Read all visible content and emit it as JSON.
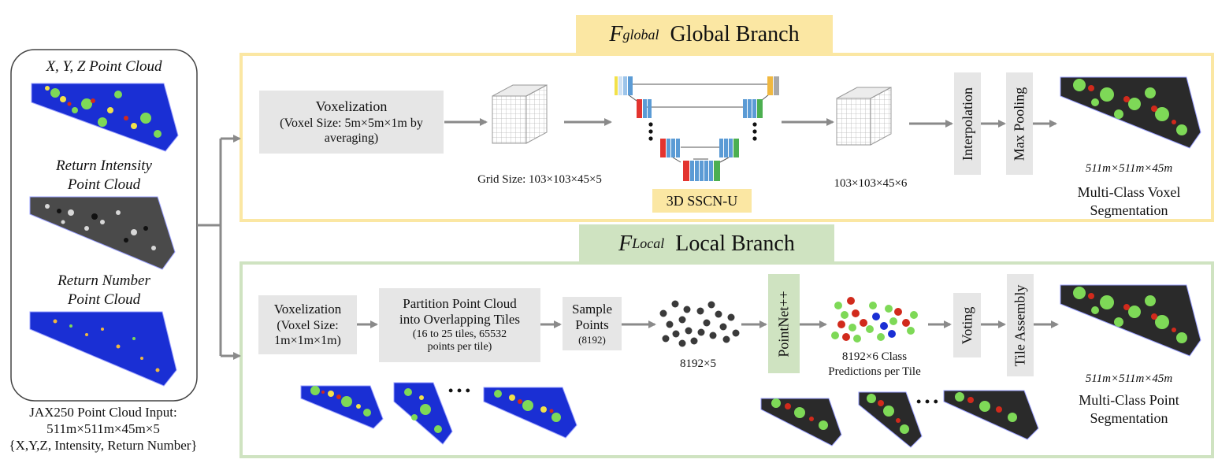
{
  "input": {
    "xyz_label": "X, Y, Z Point Cloud",
    "intensity_label_1": "Return Intensity",
    "intensity_label_2": "Point Cloud",
    "number_label_1": "Return Number",
    "number_label_2": "Point Cloud",
    "caption_1": "JAX250 Point Cloud Input:",
    "caption_2": "511m×511m×45m×5",
    "caption_3": "{X,Y,Z, Intensity, Return Number}"
  },
  "global": {
    "banner_symbol": "F",
    "banner_subscript": "global",
    "banner_title": "Global Branch",
    "voxelization_title": "Voxelization",
    "voxelization_detail_1": "(Voxel Size: 5m×5m×1m by",
    "voxelization_detail_2": "averaging)",
    "grid_size": "Grid Size: 103×103×45×5",
    "network_label": "3D SSCN-U",
    "output_grid": "103×103×45×6",
    "interpolation": "Interpolation",
    "max_pooling": "Max Pooling",
    "output_dims": "511m×511m×45m",
    "output_label_1": "Multi-Class Voxel",
    "output_label_2": "Segmentation"
  },
  "local": {
    "banner_symbol": "F",
    "banner_subscript": "Local",
    "banner_title": "Local Branch",
    "voxelization_title": "Voxelization",
    "voxelization_detail_1": "(Voxel Size:",
    "voxelization_detail_2": "1m×1m×1m)",
    "partition_1": "Partition Point Cloud",
    "partition_2": "into Overlapping Tiles",
    "partition_3": "(16 to 25 tiles, 65532",
    "partition_4": "points per tile)",
    "sample_1": "Sample",
    "sample_2": "Points",
    "sample_3": "(8192)",
    "points_dims": "8192×5",
    "network_label": "PointNet++",
    "predictions_1": "8192×6 Class",
    "predictions_2": "Predictions per Tile",
    "voting": "Voting",
    "tile_assembly": "Tile Assembly",
    "output_dims": "511m×511m×45m",
    "output_label_1": "Multi-Class Point",
    "output_label_2": "Segmentation",
    "ellipsis": "• • •"
  },
  "colors": {
    "global_frame": "#fbe7a3",
    "local_frame": "#cfe3c1",
    "arrow": "#8a8a8a",
    "box_gray": "#e6e6e6",
    "unet_blue": "#5b9bd5",
    "unet_red": "#e3342f",
    "unet_green": "#4caf50",
    "unet_orange": "#f0b840",
    "pc_blue": "#1a2fd4",
    "pc_green": "#7ed957",
    "pc_red": "#d12a1c",
    "pc_yellow": "#f2e14a"
  }
}
